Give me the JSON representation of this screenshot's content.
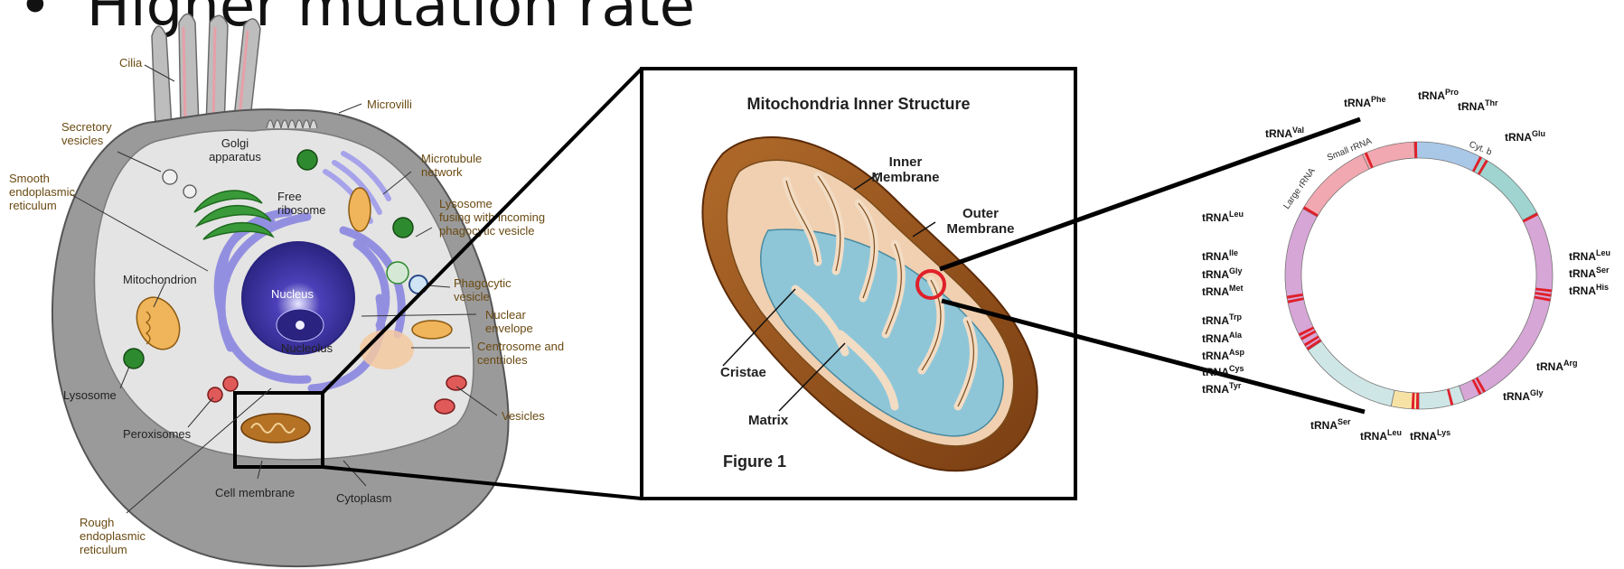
{
  "slide": {
    "title_bullet": "•",
    "title": "Higher mutation rate"
  },
  "cell_diagram": {
    "labels": {
      "cilia": "Cilia",
      "microvilli": "Microvilli",
      "secretory_vesicles": "Secretory\nvesicles",
      "golgi": "Golgi\napparatus",
      "smooth_er": "Smooth\nendoplasmic\nreticulum",
      "free_ribosome": "Free\nribosome",
      "microtubule": "Microtubule\nnetwork",
      "lysosome_fusing": "Lysosome\nfusing with incoming\nphagocytic vesicle",
      "mitochondrion": "Mitochondrion",
      "nucleus": "Nucleus",
      "phagocytic_vesicle": "Phagocytic\nvesicle",
      "nuclear_envelope": "Nuclear\nenvelope",
      "nucleolus": "Nucleolus",
      "centrosome": "Centrosome and\ncentrioles",
      "lysosome": "Lysosome",
      "peroxisomes": "Peroxisomes",
      "vesicles": "Vesicles",
      "cell_membrane": "Cell membrane",
      "cytoplasm": "Cytoplasm",
      "rough_er": "Rough\nendoplasmic\nreticulum"
    }
  },
  "mito_figure": {
    "title": "Mitochondria Inner Structure",
    "inner_membrane": "Inner\nMembrane",
    "outer_membrane": "Outer\nMembrane",
    "cristae": "Cristae",
    "matrix": "Matrix",
    "caption": "Figure 1"
  },
  "mtdna_map": {
    "genes": {
      "small_rrna": "Small rRNA",
      "large_rrna": "Large rRNA",
      "cyt_b": "Cyt. b"
    },
    "trna_labels": [
      {
        "base": "tRNA",
        "sup": "Phe"
      },
      {
        "base": "tRNA",
        "sup": "Pro"
      },
      {
        "base": "tRNA",
        "sup": "Thr"
      },
      {
        "base": "tRNA",
        "sup": "Val"
      },
      {
        "base": "tRNA",
        "sup": "Glu"
      },
      {
        "base": "tRNA",
        "sup": "Leu"
      },
      {
        "base": "tRNA",
        "sup": "Ile"
      },
      {
        "base": "tRNA",
        "sup": "Gly"
      },
      {
        "base": "tRNA",
        "sup": "Met"
      },
      {
        "base": "tRNA",
        "sup": "Leu"
      },
      {
        "base": "tRNA",
        "sup": "Ser"
      },
      {
        "base": "tRNA",
        "sup": "His"
      },
      {
        "base": "tRNA",
        "sup": "Trp"
      },
      {
        "base": "tRNA",
        "sup": "Ala"
      },
      {
        "base": "tRNA",
        "sup": "Asp"
      },
      {
        "base": "tRNA",
        "sup": "Cys"
      },
      {
        "base": "tRNA",
        "sup": "Tyr"
      },
      {
        "base": "tRNA",
        "sup": "Arg"
      },
      {
        "base": "tRNA",
        "sup": "Gly"
      },
      {
        "base": "tRNA",
        "sup": "Ser"
      },
      {
        "base": "tRNA",
        "sup": "Leu"
      },
      {
        "base": "tRNA",
        "sup": "Lys"
      }
    ]
  },
  "colors": {
    "nucleus": "#4a3fb0",
    "er": "#8b86e0",
    "mito": "#c8892e",
    "matrix": "#8ec6d8",
    "highlight": "#e0202a"
  }
}
